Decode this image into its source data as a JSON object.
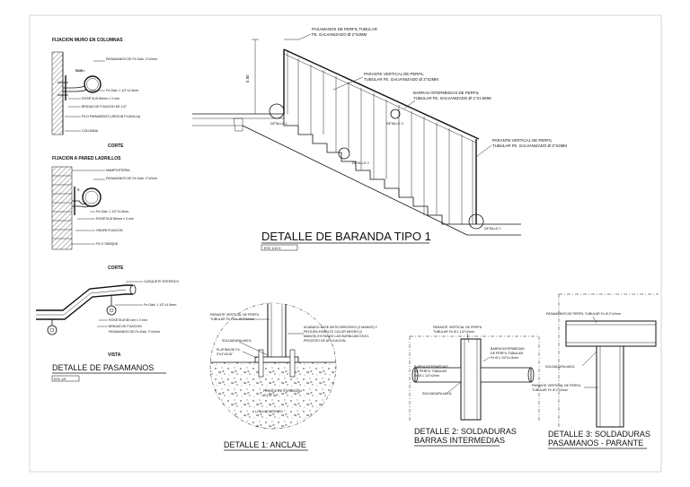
{
  "plan_title": {
    "main": "DETALLE DE BARANDA TIPO 1",
    "scale": "ESC 1/12.5"
  },
  "column_section": {
    "heading": "FIJACION MURO EN COLUMNAS",
    "dimension": "5cm",
    "labels": [
      "PASAMANOS DE Fe.Galv. 2\"x2mm",
      "Fe.Galv. 1 1/2\"x1.5mm",
      "ROSETA Ø 80mm x 3 mm",
      "BRIDAS DE FIJACION DE 1/2\"",
      "FILO PARAMENTO (SEGUN PLANILLA)",
      "COLUMNA"
    ],
    "corte": "CORTE"
  },
  "brick_section": {
    "heading": "FIJACION A PARED LADRILLOS",
    "dimension": "5",
    "labels": [
      "MAMPOSTERIA",
      "PASAMANOS DE Fe.Galv. 2\"x2mm",
      "Fe.Galv. 1 1/2\"x1.5mm",
      "ROSETA Ø 80mm x 3 mm",
      "GRAPA FIJACION",
      "FILO TABIQUE"
    ],
    "corte": "CORTE"
  },
  "handrail_view": {
    "labels": [
      "CASQUETE ESFERICO",
      "Fe.Galv. 1 1/2\"x1.5mm",
      "ROSETA Ø 80 mm x 3 mm",
      "BRIDAS DE FIJACION",
      "PASAMANOS DE Fe.Galv. 2\"x2mm"
    ],
    "vista": "VISTA",
    "title": "DETALLE DE PASAMANOS",
    "scale": "ESC 1/5"
  },
  "stair_elevation": {
    "dimension": "0.90",
    "labels": [
      "PASAMANOS DE PERFIL TUBULAR FE. GALVANIZADO Ø 2\"X2MM",
      "PARANTE VERTICAL DE PERFIL TUBULAR FE. GALVANIZADO Ø 2\"X2MM",
      "BARRAS INTERMEDIAS DE PERFIL TUBULAR FE. GALVANIZADO Ø 1\"X1.5MM",
      "PARANTE VERTICAL DE PERFIL TUBULAR FE. GALVANIZADO Ø 2\"X2MM"
    ],
    "callouts": [
      "DETALLE 1",
      "DETALLE 2",
      "DETALLE 3",
      "DETALLE 1"
    ]
  },
  "detail1": {
    "labels": [
      "PARANTE VERTICAL DE PERFIL TUBULAR Fe.Galv. Ø 2\"x2mm",
      "SOLDADURA e6011",
      "PLATINA DE Fe. 3\"x3\"x3/16\"",
      "ACABADO BASE ANTICORROSIVO (2 MANOS) Y PINTURA ESMALTE COLOR NEGRO (2 MANOS) EVITANDO LAS BURBUJAS EN EL PROCESO DE APLICACION.",
      "PERNOS DE EXPANSION Ø 1/4\" x 2\"",
      "LOSA CONCRETO"
    ],
    "title": "DETALLE 1: ANCLAJE"
  },
  "detail2": {
    "labels": [
      "PARANTE VERTICAL DE PERFIL TUBULAR Fe Ø 1 1/2\"x2mm",
      "BARRA INTERMEDIAS DE PERFIL TUBULAR Fe Ø 1 1/2\"x1.5mm",
      "BARRA INTERMEDIAS DE PERFIL TUBULAR Fe Ø 1 1/2\"x2mm",
      "SOLDADURA e6011"
    ],
    "title_line1": "DETALLE 2: SOLDADURAS",
    "title_line2": "BARRAS INTERMEDIAS"
  },
  "detail3": {
    "labels": [
      "PASAMANOS DE PERFIL TUBULAR Fe Ø 2\"x2mm",
      "SOLDADURA e6011",
      "PARANTE VERTICAL DE PERFIL TUBULAR Fe Ø 2\"x2mm"
    ],
    "title_line1": "DETALLE 3: SOLDADURAS",
    "title_line2": "PASAMANOS - PARANTE"
  }
}
